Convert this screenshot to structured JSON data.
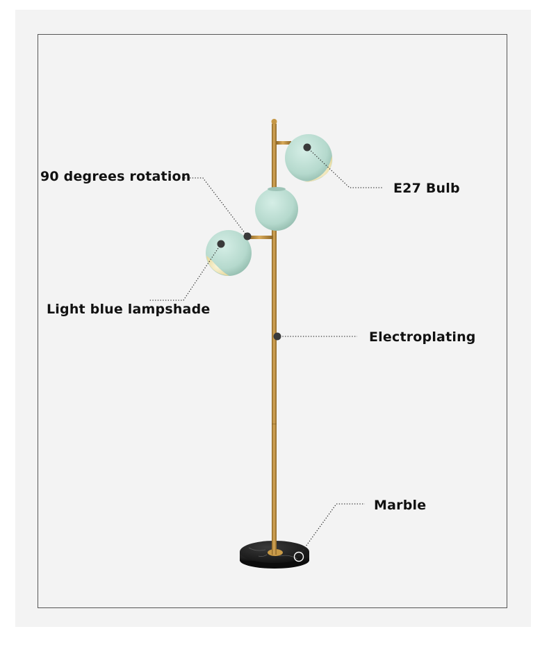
{
  "annotations": {
    "rotation": "90 degrees rotation",
    "bulb": "E27 Bulb",
    "lampshade": "Light blue lampshade",
    "electroplating": "Electroplating",
    "marble": "Marble"
  },
  "colors": {
    "background": "#f3f3f3",
    "frame": "#555555",
    "pole_gold": "#b88a3a",
    "shade_light_blue": "#bfe0d6",
    "shade_inner": "#f4ecc4",
    "base_marble": "#1f1f1f",
    "marker": "#3a3a3a",
    "label_text": "#111111"
  }
}
